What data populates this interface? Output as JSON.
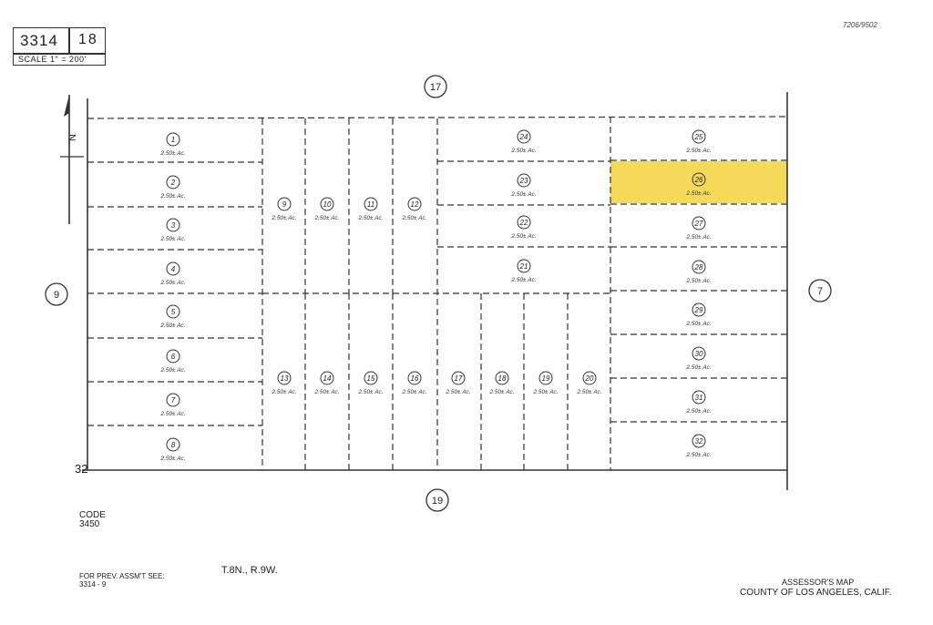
{
  "header": {
    "book": "3314",
    "page": "18",
    "scale": "SCALE 1\"  = 200'",
    "ref_id": "7206/9502"
  },
  "neighbors": {
    "north": "17",
    "south": "19",
    "west": "9",
    "east": "7"
  },
  "north_arrow": "N",
  "section_label": "32",
  "code_label": "CODE",
  "code_value": "3450",
  "prev_label": "FOR PREV. ASSM'T SEE:",
  "prev_value": "3314 - 9",
  "township": "T.8N., R.9W.",
  "assessor_label": "ASSESSOR'S MAP",
  "county_label": "COUNTY OF LOS ANGELES, CALIF.",
  "highlight_color": "#f6d23c",
  "highlighted_parcel": "26",
  "parcels": [
    {
      "num": "1",
      "area": "2.50± Ac."
    },
    {
      "num": "2",
      "area": "2.50± Ac."
    },
    {
      "num": "3",
      "area": "2.50± Ac."
    },
    {
      "num": "4",
      "area": "2.50± Ac."
    },
    {
      "num": "5",
      "area": "2.50± Ac."
    },
    {
      "num": "6",
      "area": "2.50± Ac."
    },
    {
      "num": "7",
      "area": "2.50± Ac."
    },
    {
      "num": "8",
      "area": "2.50± Ac."
    },
    {
      "num": "9",
      "area": "2.50± Ac."
    },
    {
      "num": "10",
      "area": "2.50± Ac."
    },
    {
      "num": "11",
      "area": "2.50± Ac."
    },
    {
      "num": "12",
      "area": "2.50± Ac."
    },
    {
      "num": "13",
      "area": "2.50± Ac."
    },
    {
      "num": "14",
      "area": "2.50± Ac."
    },
    {
      "num": "15",
      "area": "2.50± Ac."
    },
    {
      "num": "16",
      "area": "2.50± Ac."
    },
    {
      "num": "17",
      "area": "2.50± Ac."
    },
    {
      "num": "18",
      "area": "2.50± Ac."
    },
    {
      "num": "19",
      "area": "2.50± Ac."
    },
    {
      "num": "20",
      "area": "2.50± Ac."
    },
    {
      "num": "21",
      "area": "2.50± Ac."
    },
    {
      "num": "22",
      "area": "2.50± Ac."
    },
    {
      "num": "23",
      "area": "2.50± Ac."
    },
    {
      "num": "24",
      "area": "2.50± Ac."
    },
    {
      "num": "25",
      "area": "2.50± Ac."
    },
    {
      "num": "26",
      "area": "2.50± Ac."
    },
    {
      "num": "27",
      "area": "2.50± Ac."
    },
    {
      "num": "28",
      "area": "2.50± Ac."
    },
    {
      "num": "29",
      "area": "2.50± Ac."
    },
    {
      "num": "30",
      "area": "2.50± Ac."
    },
    {
      "num": "31",
      "area": "2.50± Ac."
    },
    {
      "num": "32",
      "area": "2.50± Ac."
    }
  ]
}
